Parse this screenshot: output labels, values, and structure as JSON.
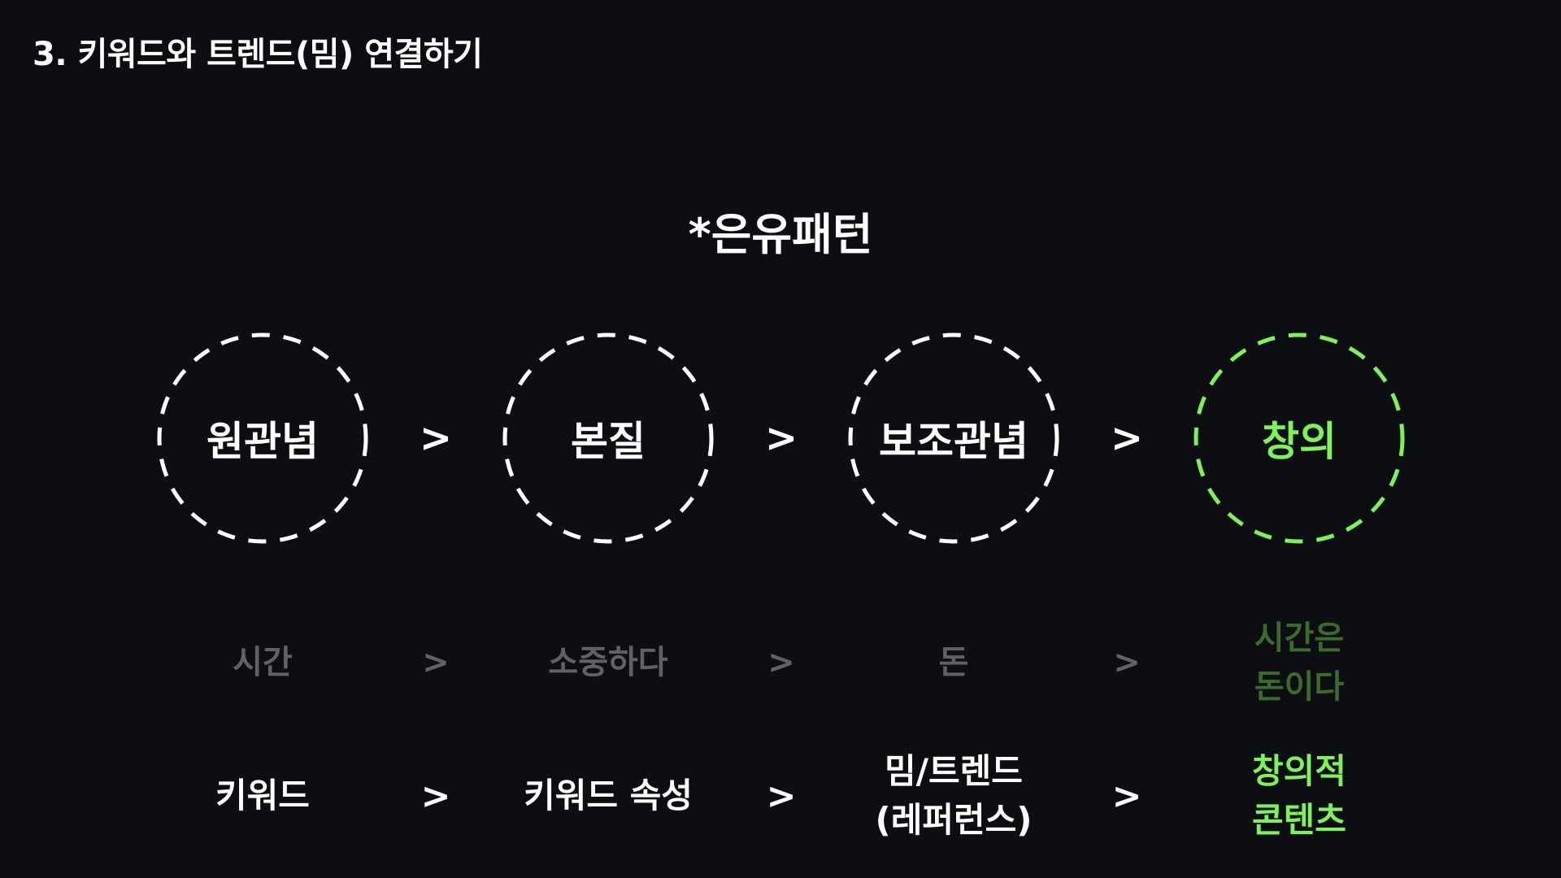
{
  "title": "3. 키워드와 트렌드(밈) 연결하기",
  "subtitle": "*은유패턴",
  "arrow_symbol": ">",
  "colors": {
    "background": "#0d0e11",
    "white": "#ffffff",
    "green": "#7ef25a",
    "gray_text": "#5f6164",
    "dark_green_text": "#3b6b2c"
  },
  "pattern": {
    "stages": [
      {
        "label": "원관념",
        "color": "white"
      },
      {
        "label": "본질",
        "color": "white"
      },
      {
        "label": "보조관념",
        "color": "white"
      },
      {
        "label": "창의",
        "color": "green"
      }
    ]
  },
  "example": {
    "items": [
      "시간",
      "소중하다",
      "돈",
      "시간은\n돈이다"
    ]
  },
  "application": {
    "items": [
      "키워드",
      "키워드 속성",
      "밈/트렌드\n(레퍼런스)",
      "창의적\n콘텐츠"
    ]
  }
}
